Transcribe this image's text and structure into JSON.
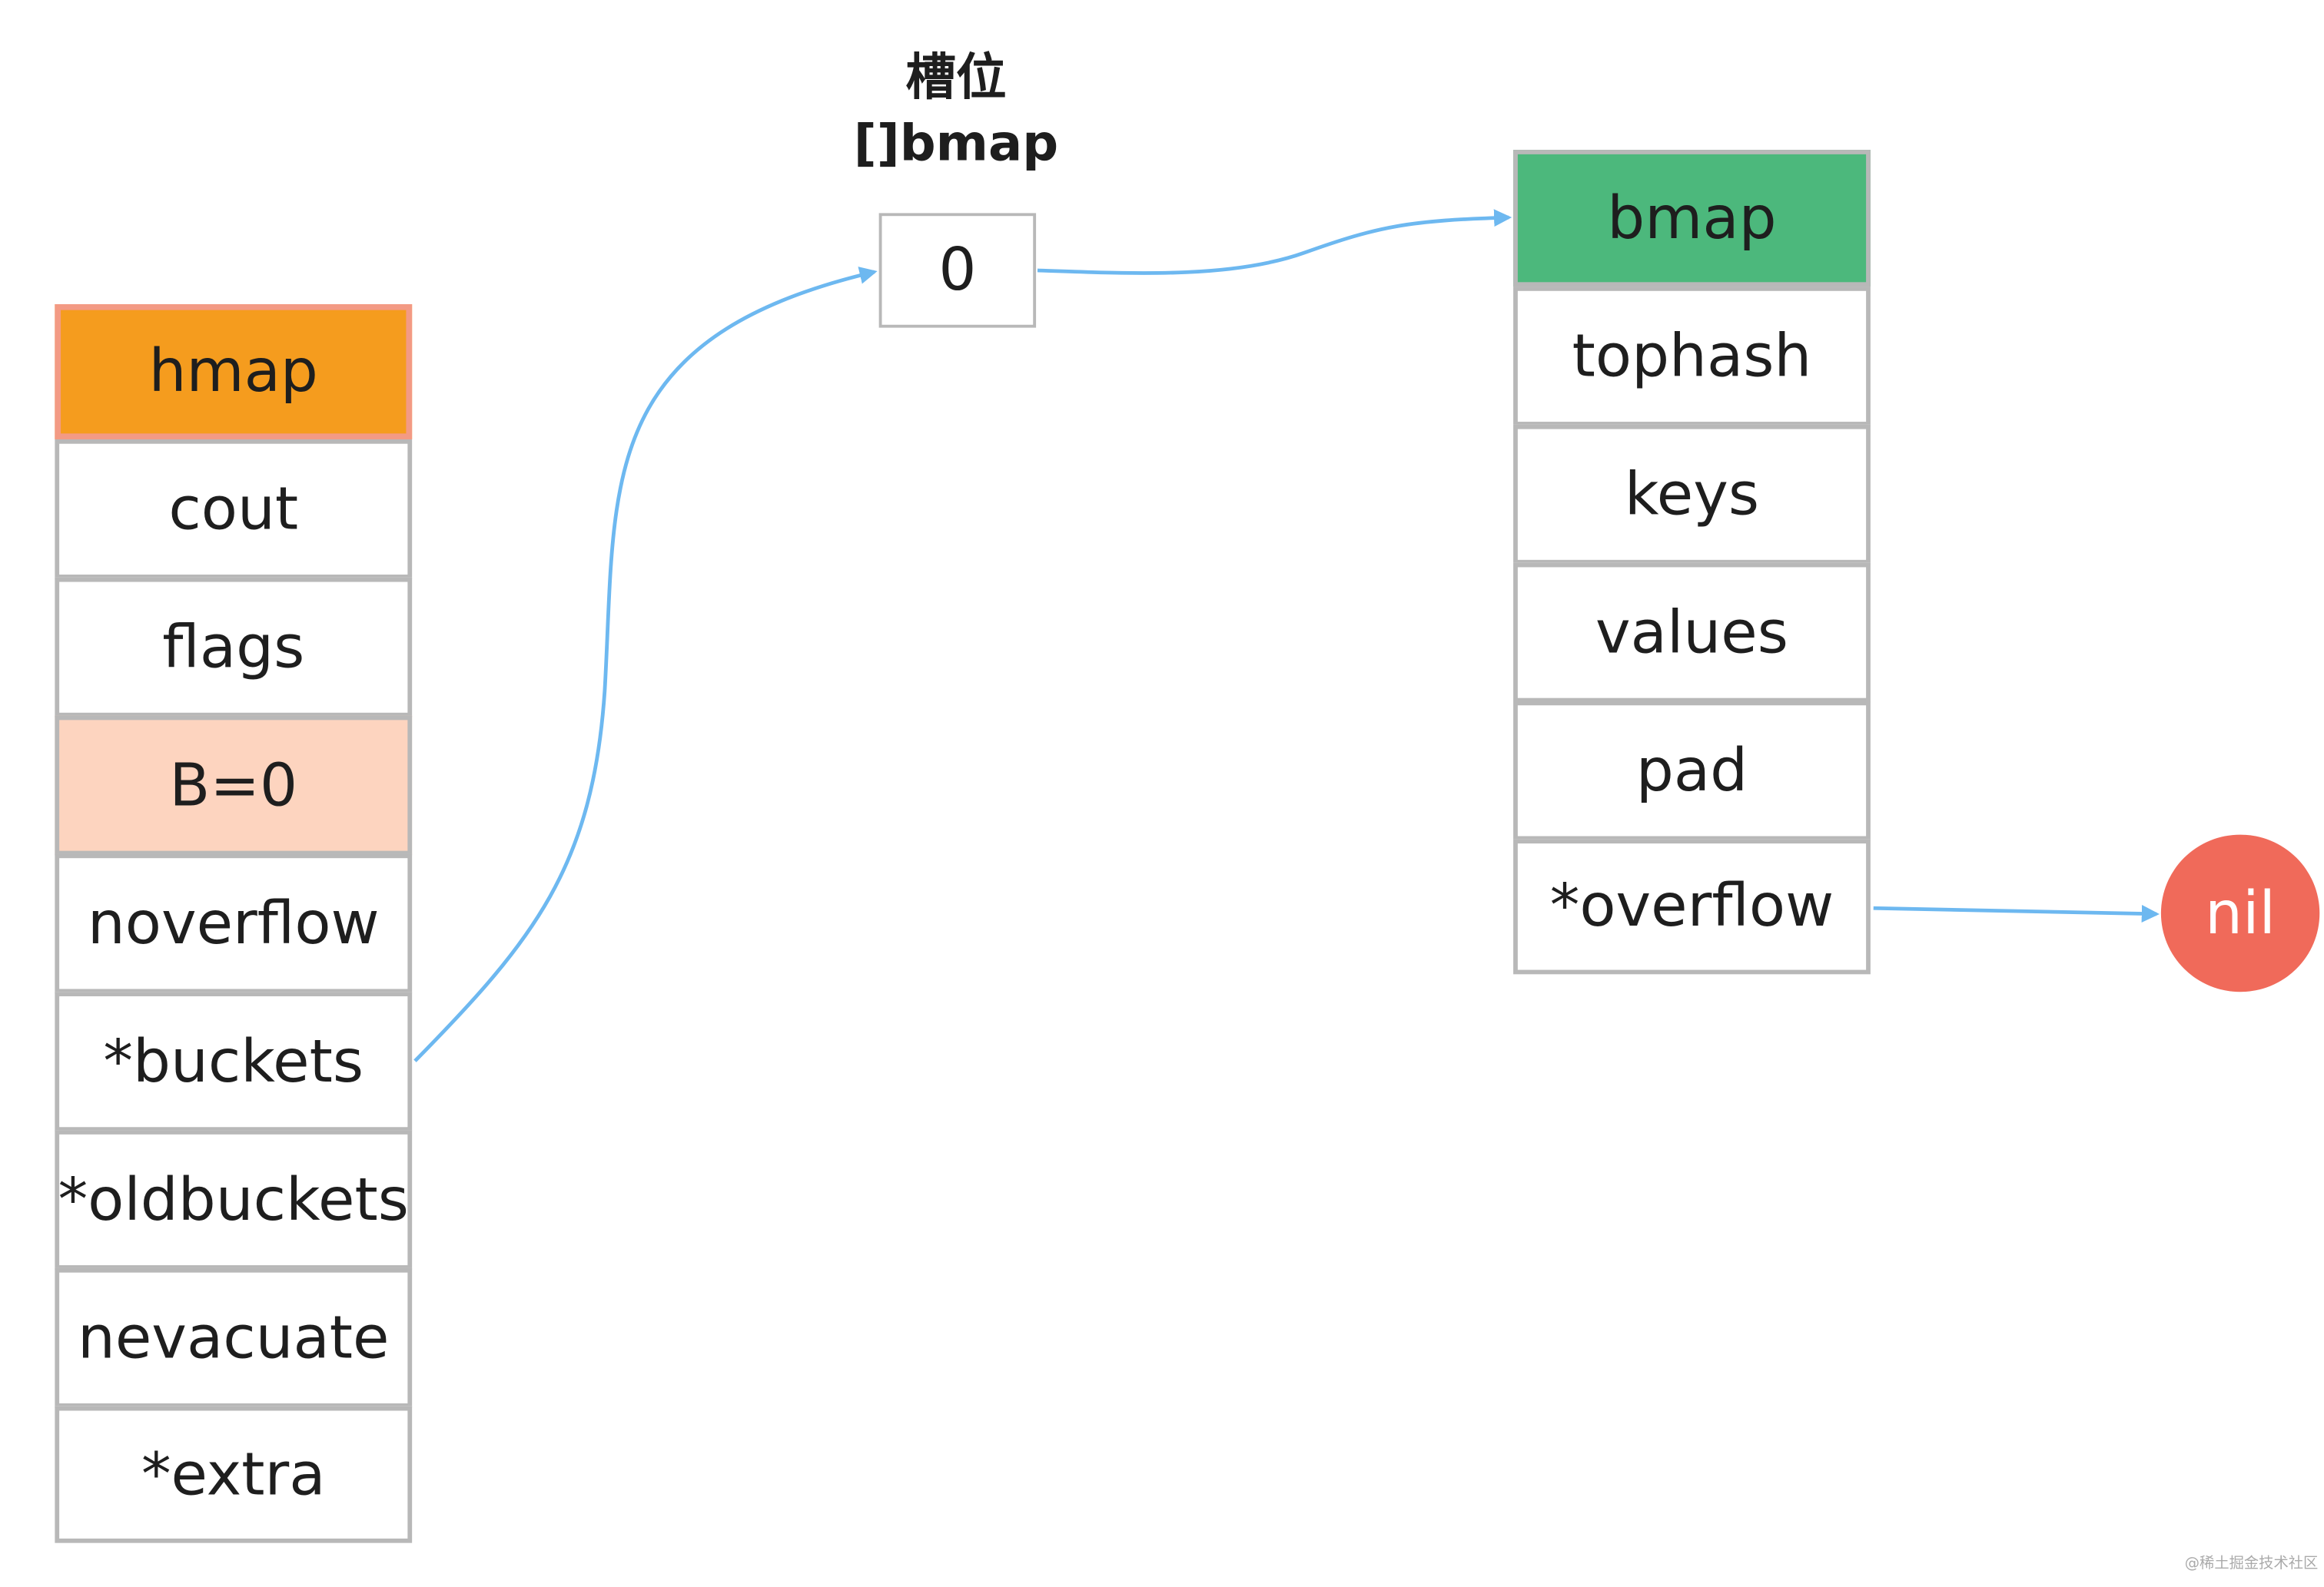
{
  "colors": {
    "hmap_header": "#F59C1E",
    "hmap_header_border": "#F39A84",
    "b_field": "#FDD4BF",
    "bmap_header": "#4CB87C",
    "nil_node": "#F06A5A",
    "cell_border": "#B8B8B8",
    "arrow": "#6DB8F0"
  },
  "hmap": {
    "header": "hmap",
    "fields": [
      {
        "label": "cout"
      },
      {
        "label": "flags"
      },
      {
        "label": "B=0",
        "highlight": true
      },
      {
        "label": "noverflow"
      },
      {
        "label": "*buckets"
      },
      {
        "label": "*oldbuckets"
      },
      {
        "label": "nevacuate"
      },
      {
        "label": "*extra"
      }
    ]
  },
  "slots": {
    "title": "槽位",
    "subtitle": "[]bmap",
    "cells": [
      "0"
    ]
  },
  "bmap": {
    "header": "bmap",
    "fields": [
      {
        "label": "tophash"
      },
      {
        "label": "keys"
      },
      {
        "label": "values"
      },
      {
        "label": "pad"
      },
      {
        "label": "*overflow"
      }
    ]
  },
  "nil": {
    "label": "nil"
  },
  "edges": [
    {
      "from": "*buckets",
      "to": "0"
    },
    {
      "from": "0",
      "to": "bmap"
    },
    {
      "from": "*overflow",
      "to": "nil"
    }
  ],
  "watermark": "@稀土掘金技术社区"
}
